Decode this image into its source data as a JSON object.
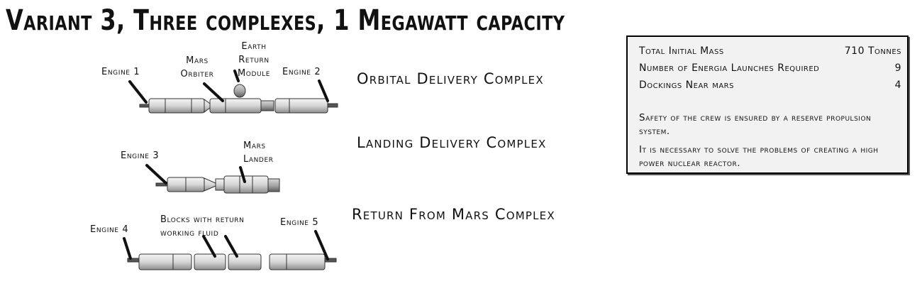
{
  "title": "Variant 3, Three complexes, 1 Megawatt capacity",
  "diagram": {
    "labels": {
      "engine1": "Engine 1",
      "mars_orbiter": [
        "Mars",
        "Orbiter"
      ],
      "earth_return_module": [
        "Earth",
        "Return",
        "Module"
      ],
      "engine2": "Engine 2",
      "engine3": "Engine 3",
      "mars_lander": [
        "Mars",
        "Lander"
      ],
      "engine4": "Engine 4",
      "blocks_return_fluid": [
        "Blocks with return",
        "working fluid"
      ],
      "engine5": "Engine 5"
    },
    "complexes": [
      "Orbital Delivery  Complex",
      "Landing Delivery  Complex",
      "Return From Mars Complex"
    ]
  },
  "info_panel": {
    "rows": [
      {
        "label": "Total Initial Mass",
        "value": "710 Tonnes"
      },
      {
        "label": "Number of Energia Launches Required",
        "value": "9"
      },
      {
        "label": "Dockings Near mars",
        "value": "4"
      }
    ],
    "notes": [
      "Safety of the crew is ensured by a reserve propulsion system.",
      "It is necessary to solve the problems of creating a high power nuclear reactor."
    ]
  }
}
